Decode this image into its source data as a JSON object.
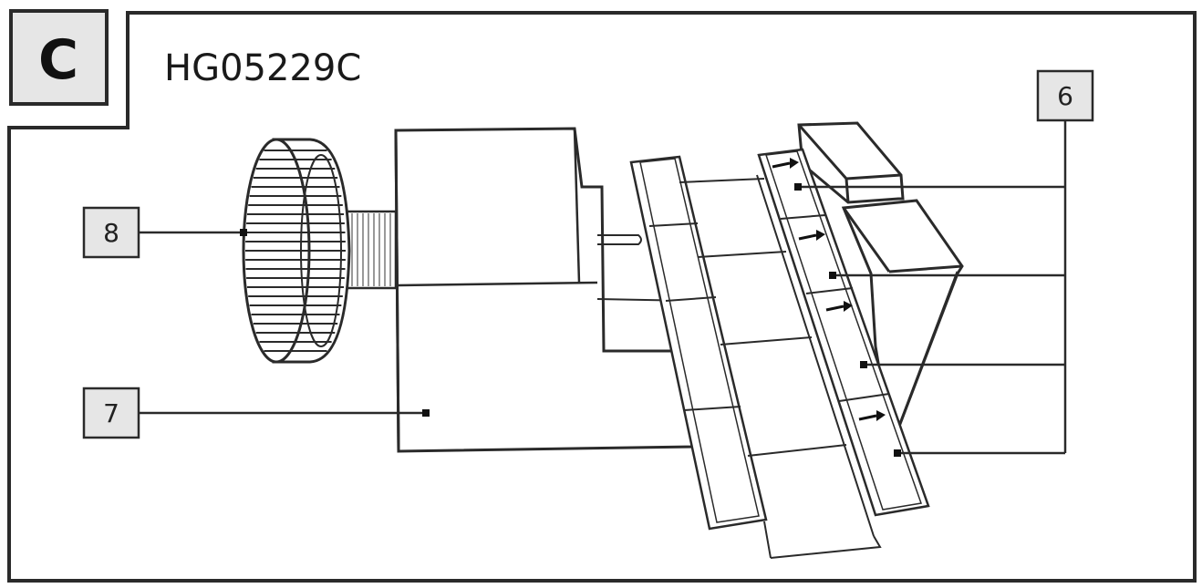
{
  "section": {
    "letter": "C"
  },
  "model": {
    "code": "HG05229C"
  },
  "callouts": {
    "c6": "6",
    "c7": "7",
    "c8": "8"
  },
  "colors": {
    "line": "#2a2a2a",
    "label_fill": "#e6e6e6",
    "background": "#ffffff"
  }
}
